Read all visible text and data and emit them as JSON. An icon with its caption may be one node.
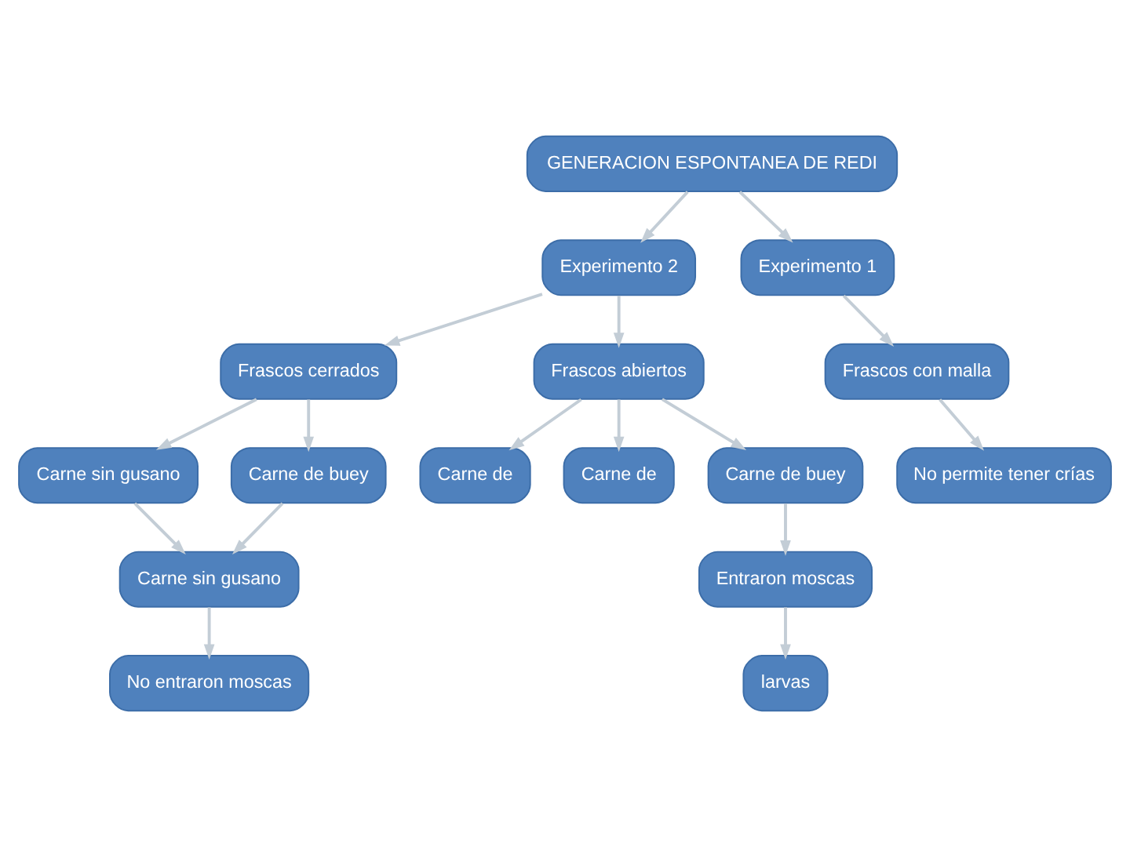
{
  "diagram": {
    "nodes": [
      {
        "text": [
          "GENERACION ESPONTANEA DE REDI"
        ]
      },
      {
        "text": [
          "Experimento 2"
        ]
      },
      {
        "text": [
          "Experimento 1"
        ]
      },
      {
        "text": [
          "Frascos cerrados"
        ]
      },
      {
        "text": [
          "Frascos abiertos"
        ]
      },
      {
        "text": [
          "Frascos con malla"
        ]
      },
      {
        "text": [
          "Carne de"
        ]
      },
      {
        "text": [
          "Carne de"
        ]
      },
      {
        "text": [
          "Carne sin gusano"
        ]
      },
      {
        "text": [
          "Carne de buey"
        ]
      },
      {
        "text": [
          "Carne de buey"
        ]
      },
      {
        "text": [
          "No permite tener crías"
        ]
      },
      {
        "text": [
          "Carne sin gusano"
        ]
      },
      {
        "text": [
          "Entraron moscas"
        ]
      },
      {
        "text": [
          "No entraron moscas"
        ]
      },
      {
        "text": [
          "larvas"
        ]
      }
    ],
    "edges": [
      {
        "from": 0,
        "to": 1,
        "arrow": "to"
      },
      {
        "from": 0,
        "to": 2,
        "arrow": "to"
      },
      {
        "from": 1,
        "to": 3,
        "arrow": "to"
      },
      {
        "from": 1,
        "to": 4,
        "arrow": "to"
      },
      {
        "from": 2,
        "to": 5,
        "arrow": "to"
      },
      {
        "from": 5,
        "to": 11,
        "arrow": "to"
      },
      {
        "from": 3,
        "to": 8,
        "arrow": "to"
      },
      {
        "from": 3,
        "to": 9,
        "arrow": "to"
      },
      {
        "from": 4,
        "to": 6,
        "arrow": "to"
      },
      {
        "from": 4,
        "to": 7,
        "arrow": "to"
      },
      {
        "from": 4,
        "to": 10,
        "arrow": "to"
      },
      {
        "from": 8,
        "to": 12,
        "arrow": "to"
      },
      {
        "from": 9,
        "to": 12,
        "arrow": "to"
      },
      {
        "from": 12,
        "to": 14,
        "arrow": "to"
      },
      {
        "from": 10,
        "to": 13,
        "arrow": "to"
      },
      {
        "from": 13,
        "to": 15,
        "arrow": "to"
      }
    ]
  }
}
